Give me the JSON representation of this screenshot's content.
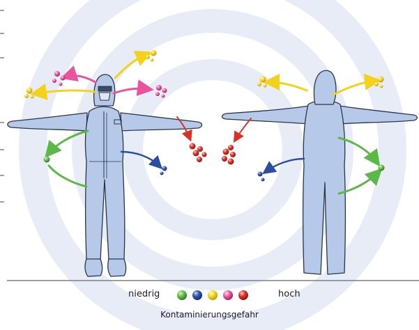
{
  "legend": {
    "low_label": "niedrig",
    "high_label": "hoch",
    "title": "Kontaminierungsgefahr",
    "levels": [
      {
        "name": "level-1",
        "color": "#5db84a"
      },
      {
        "name": "level-2",
        "color": "#2b4fa0"
      },
      {
        "name": "level-3",
        "color": "#f4d21c"
      },
      {
        "name": "level-4",
        "color": "#e8559a"
      },
      {
        "name": "level-5",
        "color": "#d8322a"
      }
    ]
  },
  "colors": {
    "suit_fill": "#b6c9e8",
    "suit_stroke": "#2a3548",
    "ring": "#e8ecf7",
    "ground": "#7a7f88"
  },
  "figures": [
    {
      "name": "figure-with-cleanroom-suit"
    },
    {
      "name": "figure-without-gear"
    }
  ]
}
